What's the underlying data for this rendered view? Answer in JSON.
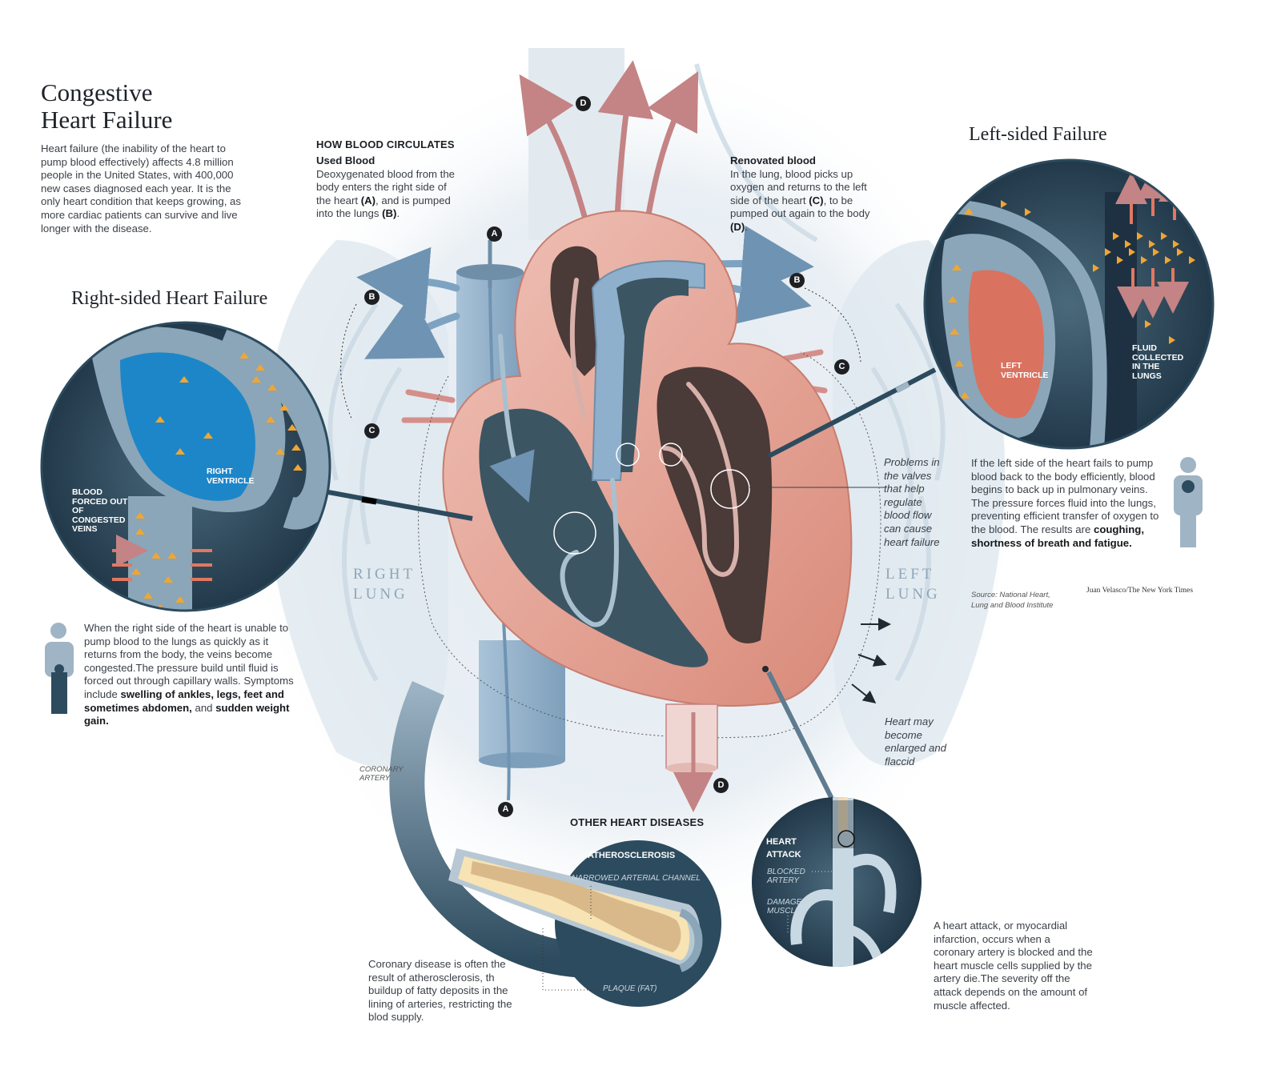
{
  "title": {
    "line1": "Congestive",
    "line2": "Heart Failure"
  },
  "intro": "Heart failure (the inability of the heart to pump blood  effectively) affects 4.8 million people in the United States, with 400,000 new cases diagnosed each year. It is the only heart condition that keeps growing, as more cardiac patients can survive and live longer with the disease.",
  "circulation": {
    "heading": "HOW BLOOD CIRCULATES",
    "used": {
      "title": "Used Blood",
      "text1": "Deoxygenated blood from the body enters the right side of the heart ",
      "ref1": "(A)",
      "text2": ", and is pumped into the lungs ",
      "ref2": "(B)",
      "text3": "."
    },
    "renovated": {
      "title": "Renovated blood",
      "text1": "In the lung, blood picks up oxygen and returns to the left side of the heart ",
      "ref1": "(C)",
      "text2": ", to be pumped out again to the body ",
      "ref2": "(D)",
      "text3": "."
    }
  },
  "right_failure": {
    "title": "Right-sided Heart Failure",
    "label_ventricle": "RIGHT VENTRICLE",
    "label_veins": "BLOOD FORCED OUT OF CONGESTED VEINS",
    "text": "When the right side of the heart is unable to pump blood to the lungs as quickly as it returns from the body, the veins become congested.The pressure build until fluid is forced out through capillary walls. Symptoms include ",
    "bold1": "swelling of ankles, legs, feet and sometimes abdomen,",
    "mid": " and ",
    "bold2": "sudden weight gain."
  },
  "left_failure": {
    "title": "Left-sided Failure",
    "label_ventricle": "LEFT VENTRICLE",
    "label_fluid": "FLUID COLLECTED IN THE LUNGS",
    "text": "If the left side of the heart fails to pump blood back to the body efficiently, blood begins to back up in pulmonary veins. The pressure forces fluid into the lungs, preventing efficient transfer of oxygen to the blood. The results are ",
    "bold": "coughing, shortness of breath and fatigue."
  },
  "valves_note": "Problems in the valves that help regulate blood flow can cause heart failure",
  "enlarged_note": "Heart may become enlarged and flaccid",
  "lungs": {
    "right_1": "RIGHT",
    "right_2": "LUNG",
    "left_1": "LEFT",
    "left_2": "LUNG"
  },
  "coronary_label": "CORONARY ARTERY",
  "other": {
    "heading": "OTHER HEART DISEASES",
    "athero_title": "ATHEROSCLEROSIS",
    "athero_channel": "NARROWED ARTERIAL CHANNEL",
    "athero_plaque": "PLAQUE (FAT)",
    "athero_text": "Coronary disease is often the result of atherosclerosis, th buildup of fatty deposits  in the lining of arteries, restricting the blod supply.",
    "attack_title": "HEART ATTACK",
    "attack_blocked": "BLOCKED ARTERY",
    "attack_damaged": "DAMAGED MUSCLE",
    "attack_text": "A heart attack, or myocardial infarction, occurs when a coronary artery is blocked and the heart muscle cells supplied by the artery die.The severity off the attack depends on the amount of muscle affected."
  },
  "source": "Source: National Heart, Lung and Blood Institute",
  "credit": "Juan Velasco/The New York Times",
  "badges": {
    "a": "A",
    "b": "B",
    "c": "C",
    "d": "D"
  },
  "colors": {
    "heart_pink": "#e7a89a",
    "chamber_dark": "#3c5563",
    "vessel_blue": "#8fb0cc",
    "inset_navy": "#2d4b5e",
    "fluid_orange": "#f2a531",
    "right_ventricle_blue": "#1d86c8",
    "left_ventricle_red": "#d9725f"
  }
}
